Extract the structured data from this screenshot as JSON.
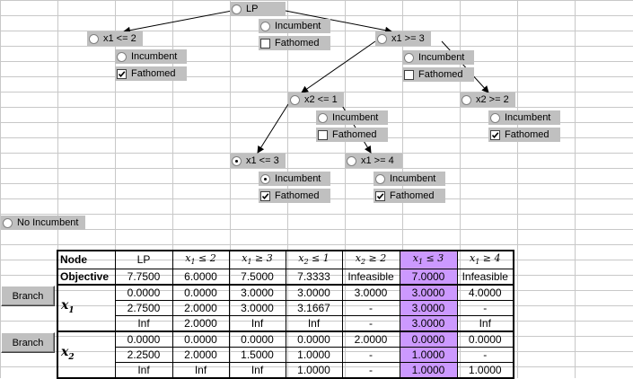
{
  "tree": {
    "lp": {
      "label": "LP",
      "selected": false
    },
    "root_incumbent": {
      "label": "Incumbent",
      "selected": false
    },
    "root_fathomed": {
      "label": "Fathomed",
      "checked": false
    },
    "n1": {
      "label": "x1 <= 2",
      "selected": false,
      "incumbent_label": "Incumbent",
      "incumbent_selected": false,
      "fathomed_label": "Fathomed",
      "fathomed_checked": true
    },
    "n2": {
      "label": "x1 >= 3",
      "selected": false,
      "incumbent_label": "Incumbent",
      "incumbent_selected": false,
      "fathomed_label": "Fathomed",
      "fathomed_checked": false
    },
    "n3": {
      "label": "x2 <= 1",
      "selected": false,
      "incumbent_label": "Incumbent",
      "incumbent_selected": false,
      "fathomed_label": "Fathomed",
      "fathomed_checked": false
    },
    "n4": {
      "label": "x2 >= 2",
      "selected": false,
      "incumbent_label": "Incumbent",
      "incumbent_selected": false,
      "fathomed_label": "Fathomed",
      "fathomed_checked": true
    },
    "n5": {
      "label": "x1 <= 3",
      "selected": true,
      "incumbent_label": "Incumbent",
      "incumbent_selected": true,
      "fathomed_label": "Fathomed",
      "fathomed_checked": true
    },
    "n6": {
      "label": "x1 >= 4",
      "selected": false,
      "incumbent_label": "Incumbent",
      "incumbent_selected": false,
      "fathomed_label": "Fathomed",
      "fathomed_checked": true
    },
    "no_incumbent": {
      "label": "No Incumbent",
      "selected": false
    }
  },
  "buttons": {
    "branch1": "Branch",
    "branch2": "Branch"
  },
  "table": {
    "node_label": "Node",
    "objective_label": "Objective",
    "var1": "x",
    "var1_sub": "1",
    "var2": "x",
    "var2_sub": "2",
    "highlight_color": "#cc99ff",
    "columns": [
      {
        "head": "LP",
        "objective": "7.7500",
        "x1": [
          "0.0000",
          "2.7500",
          "Inf"
        ],
        "x2": [
          "0.0000",
          "2.2500",
          "Inf"
        ]
      },
      {
        "head_var": "x",
        "head_sub": "1",
        "head_op": "≤",
        "head_val": "2",
        "objective": "6.0000",
        "x1": [
          "0.0000",
          "2.0000",
          "2.0000"
        ],
        "x2": [
          "0.0000",
          "2.0000",
          "Inf"
        ]
      },
      {
        "head_var": "x",
        "head_sub": "1",
        "head_op": "≥",
        "head_val": "3",
        "objective": "7.5000",
        "x1": [
          "3.0000",
          "3.0000",
          "Inf"
        ],
        "x2": [
          "0.0000",
          "1.5000",
          "Inf"
        ]
      },
      {
        "head_var": "x",
        "head_sub": "2",
        "head_op": "≤",
        "head_val": "1",
        "objective": "7.3333",
        "x1": [
          "3.0000",
          "3.1667",
          "Inf"
        ],
        "x2": [
          "0.0000",
          "1.0000",
          "1.0000"
        ]
      },
      {
        "head_var": "x",
        "head_sub": "2",
        "head_op": "≥",
        "head_val": "2",
        "objective": "Infeasible",
        "x1": [
          "3.0000",
          "-",
          "-"
        ],
        "x2": [
          "2.0000",
          "-",
          "-"
        ]
      },
      {
        "head_var": "x",
        "head_sub": "1",
        "head_op": "≤",
        "head_val": "3",
        "objective": "7.0000",
        "x1": [
          "3.0000",
          "3.0000",
          "3.0000"
        ],
        "x2": [
          "0.0000",
          "1.0000",
          "1.0000"
        ],
        "highlight": true
      },
      {
        "head_var": "x",
        "head_sub": "1",
        "head_op": "≥",
        "head_val": "4",
        "objective": "Infeasible",
        "x1": [
          "4.0000",
          "-",
          "Inf"
        ],
        "x2": [
          "0.0000",
          "-",
          "1.0000"
        ]
      }
    ]
  }
}
